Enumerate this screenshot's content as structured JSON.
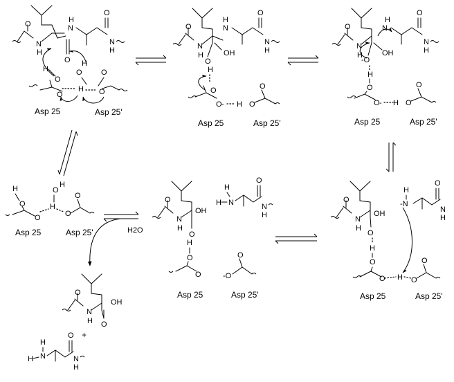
{
  "labels": {
    "asp25": "Asp 25",
    "asp25p": "Asp 25'",
    "water": "H2O",
    "plus": "+"
  },
  "atoms": {
    "N": "N",
    "H": "H",
    "O": "O",
    "OH": "OH",
    "O_minus": "-O",
    "minus_N": "-N",
    "minus": "-"
  }
}
